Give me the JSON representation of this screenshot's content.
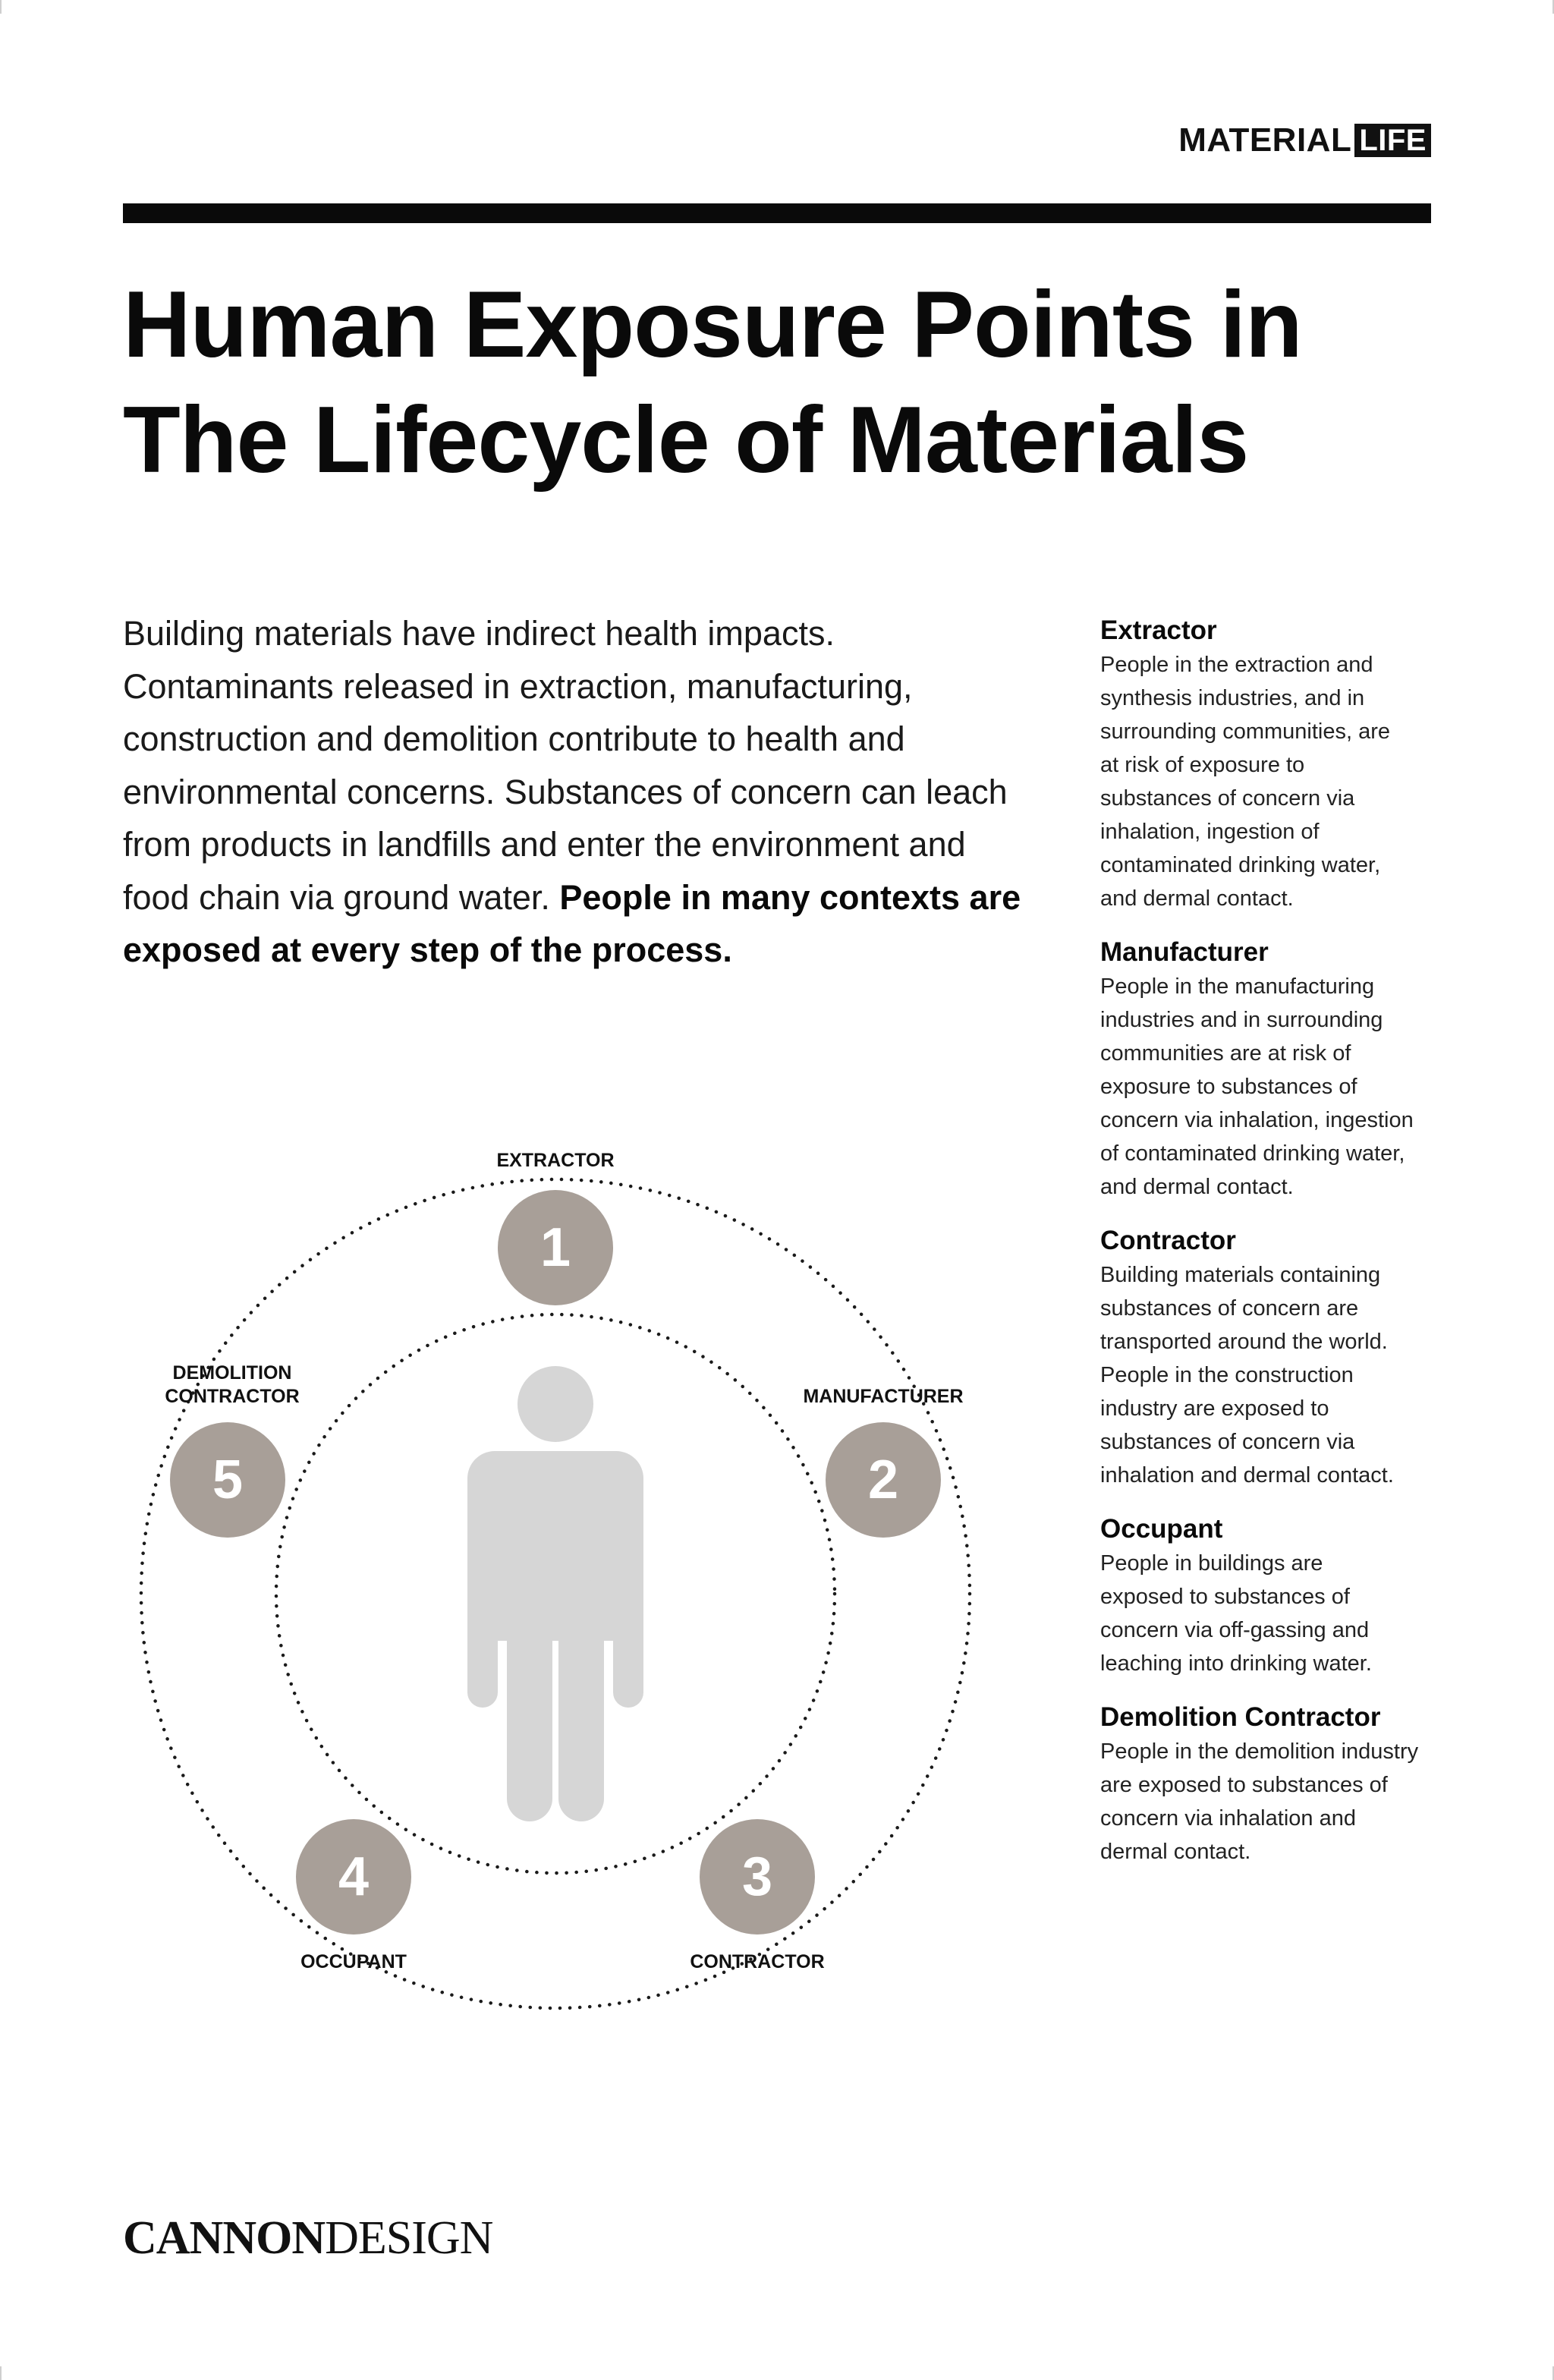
{
  "header": {
    "brand_main": "MATERIAL",
    "brand_box": "LIFE"
  },
  "title": {
    "line1": "Human Exposure Points in",
    "line2": "The Lifecycle of Materials"
  },
  "intro": {
    "text": "Building materials have indirect health impacts. Contaminants released in extraction, manufacturing, construction and demolition contribute to health and environmental concerns. Substances of concern can leach from products in landfills and enter the environment and food chain via ground water. ",
    "bold": "People in many contexts are exposed at every step of the process."
  },
  "roles": [
    {
      "name": "Extractor",
      "text": "People in the extraction and synthesis industries, and in surrounding communities, are at risk of exposure to substances of concern via inhalation, ingestion of contaminated drinking water, and dermal contact."
    },
    {
      "name": "Manufacturer",
      "text": "People in the manufacturing industries and in surrounding communities are at risk of exposure to substances of concern via inhalation, ingestion of contaminated drinking water, and dermal contact."
    },
    {
      "name": "Contractor",
      "text": "Building materials containing substances of concern are transported around the world. People in the construction industry are exposed to substances of concern via inhalation and dermal contact."
    },
    {
      "name": "Occupant",
      "text": "People in buildings are exposed to substances of concern via off-gassing and leaching into drinking water."
    },
    {
      "name": "Demolition Contractor",
      "text": "People in the demolition industry are exposed to substances of concern via inhalation and dermal contact."
    }
  ],
  "diagram": {
    "nodes": [
      {
        "number": "1",
        "label": "EXTRACTOR"
      },
      {
        "number": "2",
        "label": "MANUFACTURER"
      },
      {
        "number": "3",
        "label": "CONTRACTOR"
      },
      {
        "number": "4",
        "label": "OCCUPANT"
      },
      {
        "number": "5",
        "label_line1": "DEMOLITION",
        "label_line2": "CONTRACTOR"
      }
    ],
    "colors": {
      "node_fill": "#a89f98",
      "figure_fill": "#d6d6d6",
      "dots": "#1a1a1a"
    }
  },
  "footer": {
    "logo_bold": "CANNON",
    "logo_regular": "DESIGN"
  }
}
